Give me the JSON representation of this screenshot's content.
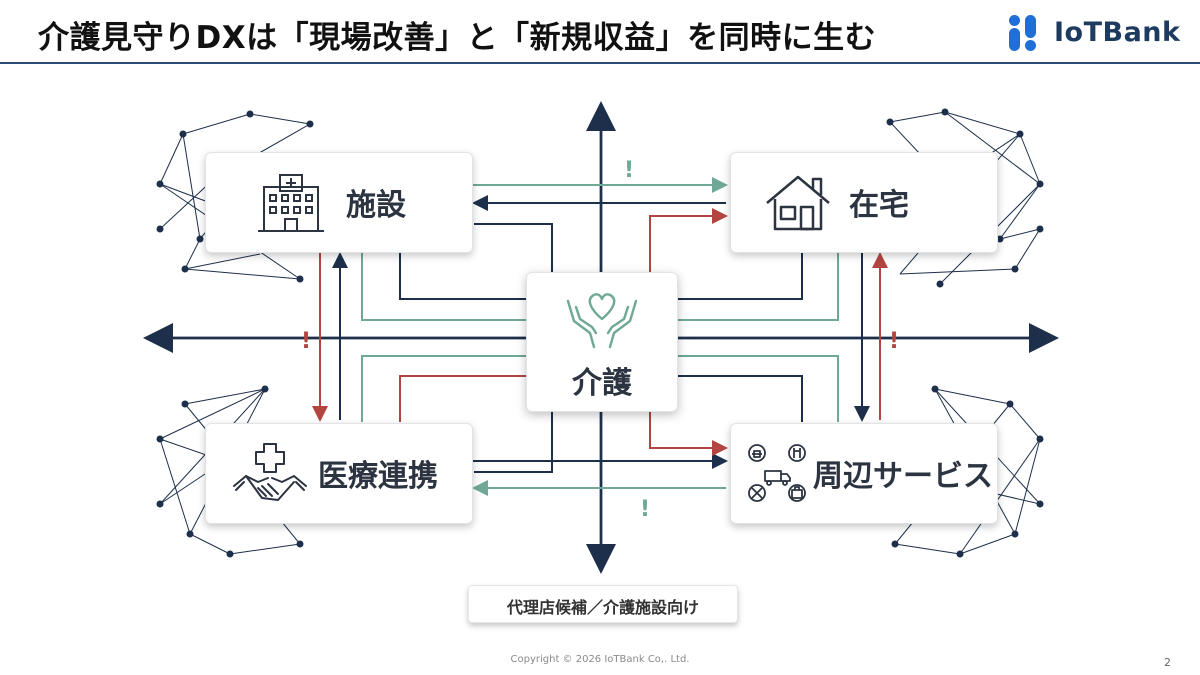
{
  "header": {
    "title": "介護見守りDXは「現場改善」と「新規収益」を同時に生む",
    "logo_text": "IoTBank"
  },
  "diagram": {
    "center_label": "介護",
    "nodes": [
      {
        "label": "施設",
        "icon": "hospital-building-icon"
      },
      {
        "label": "在宅",
        "icon": "house-icon"
      },
      {
        "label": "医療連携",
        "icon": "handshake-medical-icon"
      },
      {
        "label": "周辺サービス",
        "icon": "services-icon"
      }
    ],
    "alert_marks": [
      "!",
      "!",
      "!",
      "!"
    ],
    "badge_text": "代理店候補／介護施設向け",
    "center_icon": "heart-hands-icon"
  },
  "footer": {
    "copyright": "Copyright © 2026 IoTBank Co,. Ltd.",
    "page_number": "2"
  },
  "colors": {
    "navy": "#1d2f4a",
    "teal": "#6fa896",
    "red": "#b2453f",
    "logo_blue": "#1f6fd6",
    "header_rule": "#2c4c7a"
  }
}
